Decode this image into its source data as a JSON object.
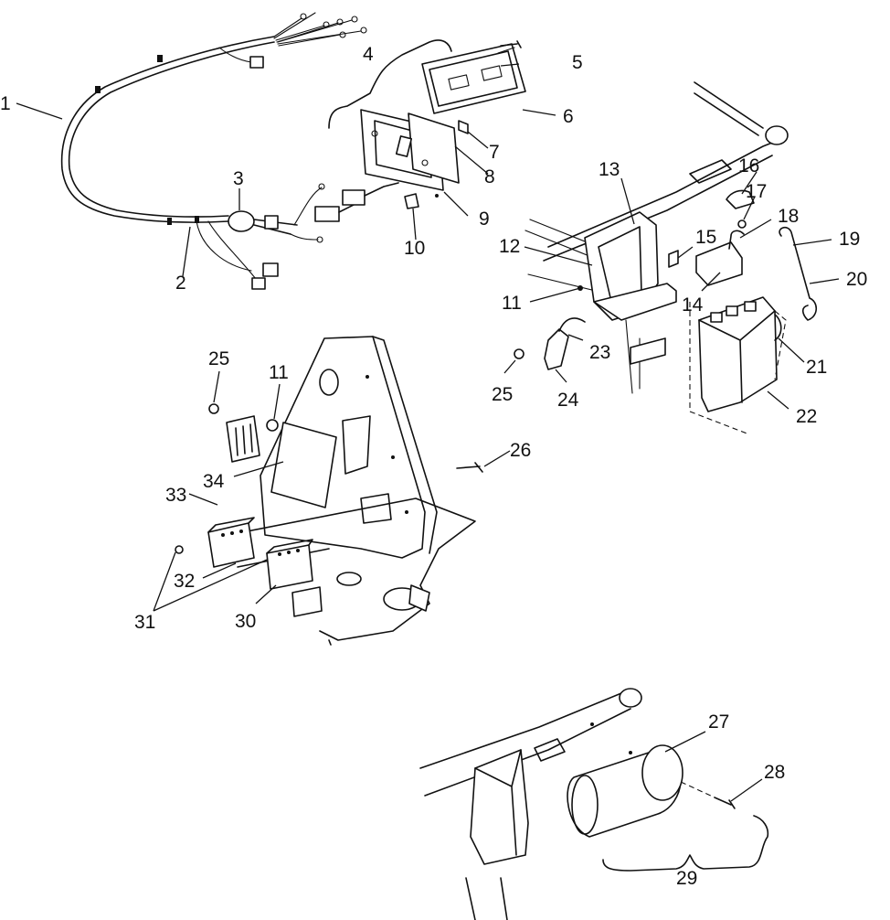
{
  "callouts": [
    {
      "id": "1",
      "label": "1"
    },
    {
      "id": "2",
      "label": "2"
    },
    {
      "id": "3",
      "label": "3"
    },
    {
      "id": "4",
      "label": "4"
    },
    {
      "id": "5",
      "label": "5"
    },
    {
      "id": "6",
      "label": "6"
    },
    {
      "id": "7",
      "label": "7"
    },
    {
      "id": "8",
      "label": "8"
    },
    {
      "id": "9",
      "label": "9"
    },
    {
      "id": "10",
      "label": "10"
    },
    {
      "id": "11",
      "label": "11"
    },
    {
      "id": "11b",
      "label": "11"
    },
    {
      "id": "12",
      "label": "12"
    },
    {
      "id": "13",
      "label": "13"
    },
    {
      "id": "14",
      "label": "14"
    },
    {
      "id": "15",
      "label": "15"
    },
    {
      "id": "16",
      "label": "16"
    },
    {
      "id": "17",
      "label": "17"
    },
    {
      "id": "18",
      "label": "18"
    },
    {
      "id": "19",
      "label": "19"
    },
    {
      "id": "20",
      "label": "20"
    },
    {
      "id": "21",
      "label": "21"
    },
    {
      "id": "22",
      "label": "22"
    },
    {
      "id": "23",
      "label": "23"
    },
    {
      "id": "24",
      "label": "24"
    },
    {
      "id": "25",
      "label": "25"
    },
    {
      "id": "25b",
      "label": "25"
    },
    {
      "id": "26",
      "label": "26"
    },
    {
      "id": "27",
      "label": "27"
    },
    {
      "id": "28",
      "label": "28"
    },
    {
      "id": "29",
      "label": "29"
    },
    {
      "id": "30",
      "label": "30"
    },
    {
      "id": "31",
      "label": "31"
    },
    {
      "id": "32",
      "label": "32"
    },
    {
      "id": "33",
      "label": "33"
    },
    {
      "id": "34",
      "label": "34"
    }
  ]
}
